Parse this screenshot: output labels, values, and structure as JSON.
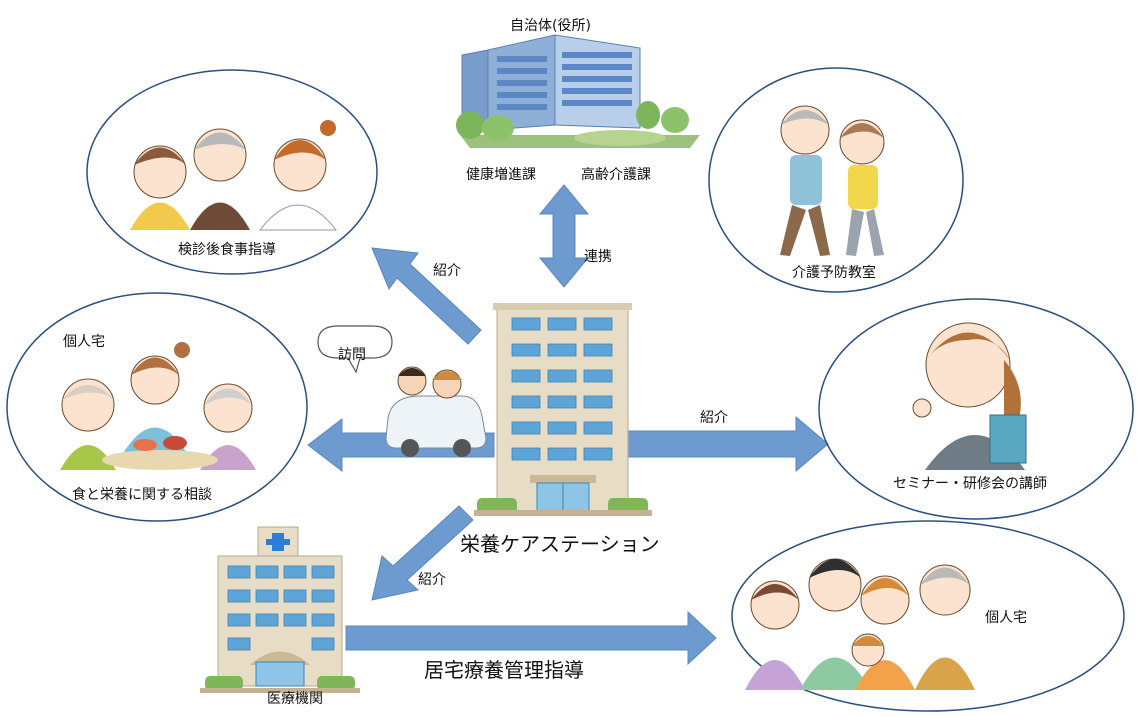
{
  "labels": {
    "municipality": "自治体(役所)",
    "health_division": "健康増進課",
    "elderly_division": "高齢介護課",
    "cooperation": "連携",
    "intro_upper_left": "紹介",
    "intro_right": "紹介",
    "intro_lower_left": "紹介",
    "visit": "訪問",
    "station": "栄養ケアステーション",
    "post_checkup": "検診後食事指導",
    "care_prevention": "介護予防教室",
    "home_left": "個人宅",
    "food_consult": "食と栄養に関する相談",
    "seminar": "セミナー・研修会の講師",
    "medical": "医療機関",
    "home_care": "居宅療養管理指導",
    "home_right": "個人宅"
  },
  "colors": {
    "arrow": "#6d9bd0",
    "arrow_stroke": "#5a88be",
    "circle_stroke": "#2a4f7e",
    "building_body": "#e7dcc6",
    "window": "#5ea4d6",
    "hospital_cross": "#2e7fd3"
  }
}
